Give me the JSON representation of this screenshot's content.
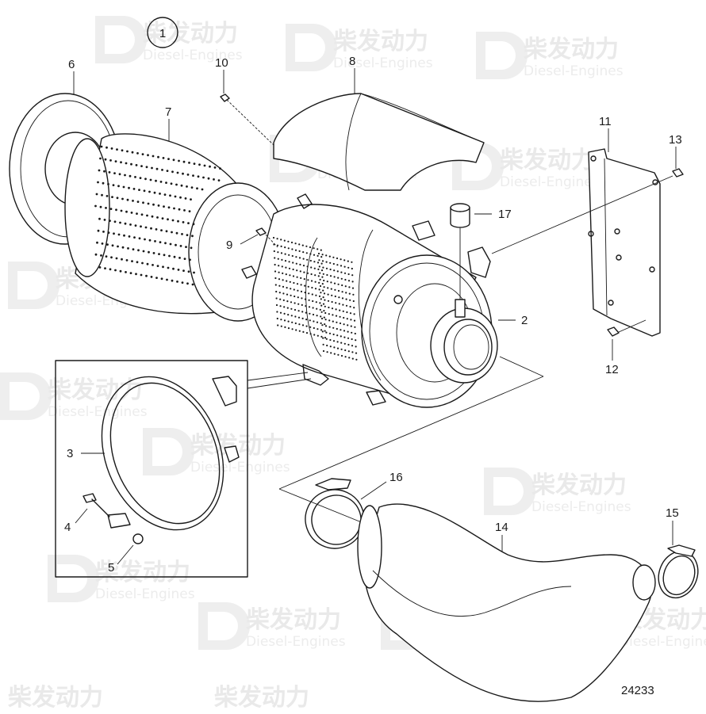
{
  "diagram": {
    "group_number": "1",
    "drawing_number": "24233",
    "callouts": {
      "c1": "2",
      "c2": "3",
      "c3": "4",
      "c4": "5",
      "c5": "6",
      "c6": "7",
      "c7": "8",
      "c8": "9",
      "c9": "10",
      "c10": "11",
      "c11": "12",
      "c12": "13",
      "c13": "14",
      "c14": "15",
      "c15": "16",
      "c16": "17"
    }
  },
  "watermark": {
    "cn": "柴发动力",
    "en": "Diesel-Engines"
  },
  "colors": {
    "line": "#1a1a1a",
    "watermark": "#e9e9e9",
    "background": "#ffffff"
  }
}
